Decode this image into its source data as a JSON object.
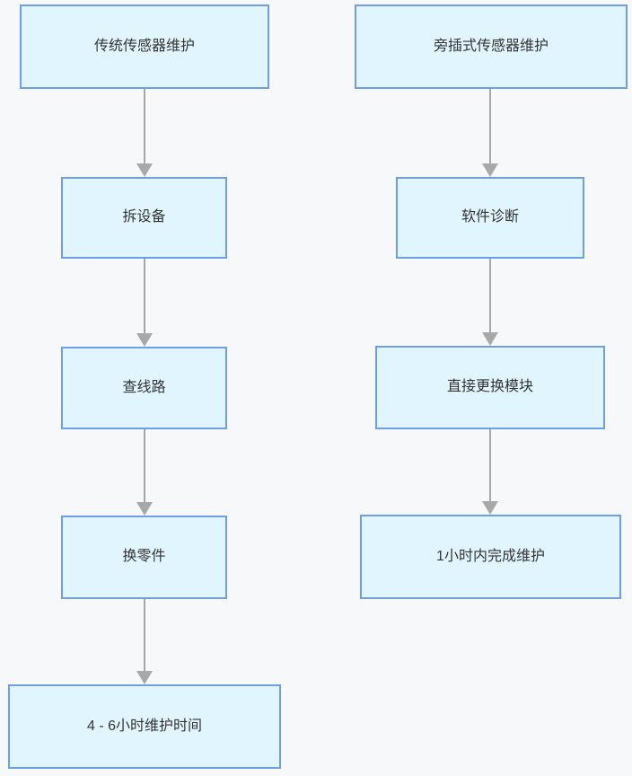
{
  "diagram": {
    "type": "flowchart",
    "direction": "top-down",
    "colors": {
      "background": "#f7f8f9",
      "node_fill": "#e1f5fe",
      "node_border": "#6d9eeb",
      "node_text": "#333333",
      "arrow": "#a6a6a6"
    },
    "columns": [
      {
        "name": "traditional-sensor-maintenance",
        "nodes": [
          {
            "label": "传统传感器维护"
          },
          {
            "label": "拆设备"
          },
          {
            "label": "查线路"
          },
          {
            "label": "换零件"
          },
          {
            "label": "4 - 6小时维护时间"
          }
        ]
      },
      {
        "name": "plugin-sensor-maintenance",
        "nodes": [
          {
            "label": "旁插式传感器维护"
          },
          {
            "label": "软件诊断"
          },
          {
            "label": "直接更换模块"
          },
          {
            "label": "1小时内完成维护"
          }
        ]
      }
    ]
  }
}
